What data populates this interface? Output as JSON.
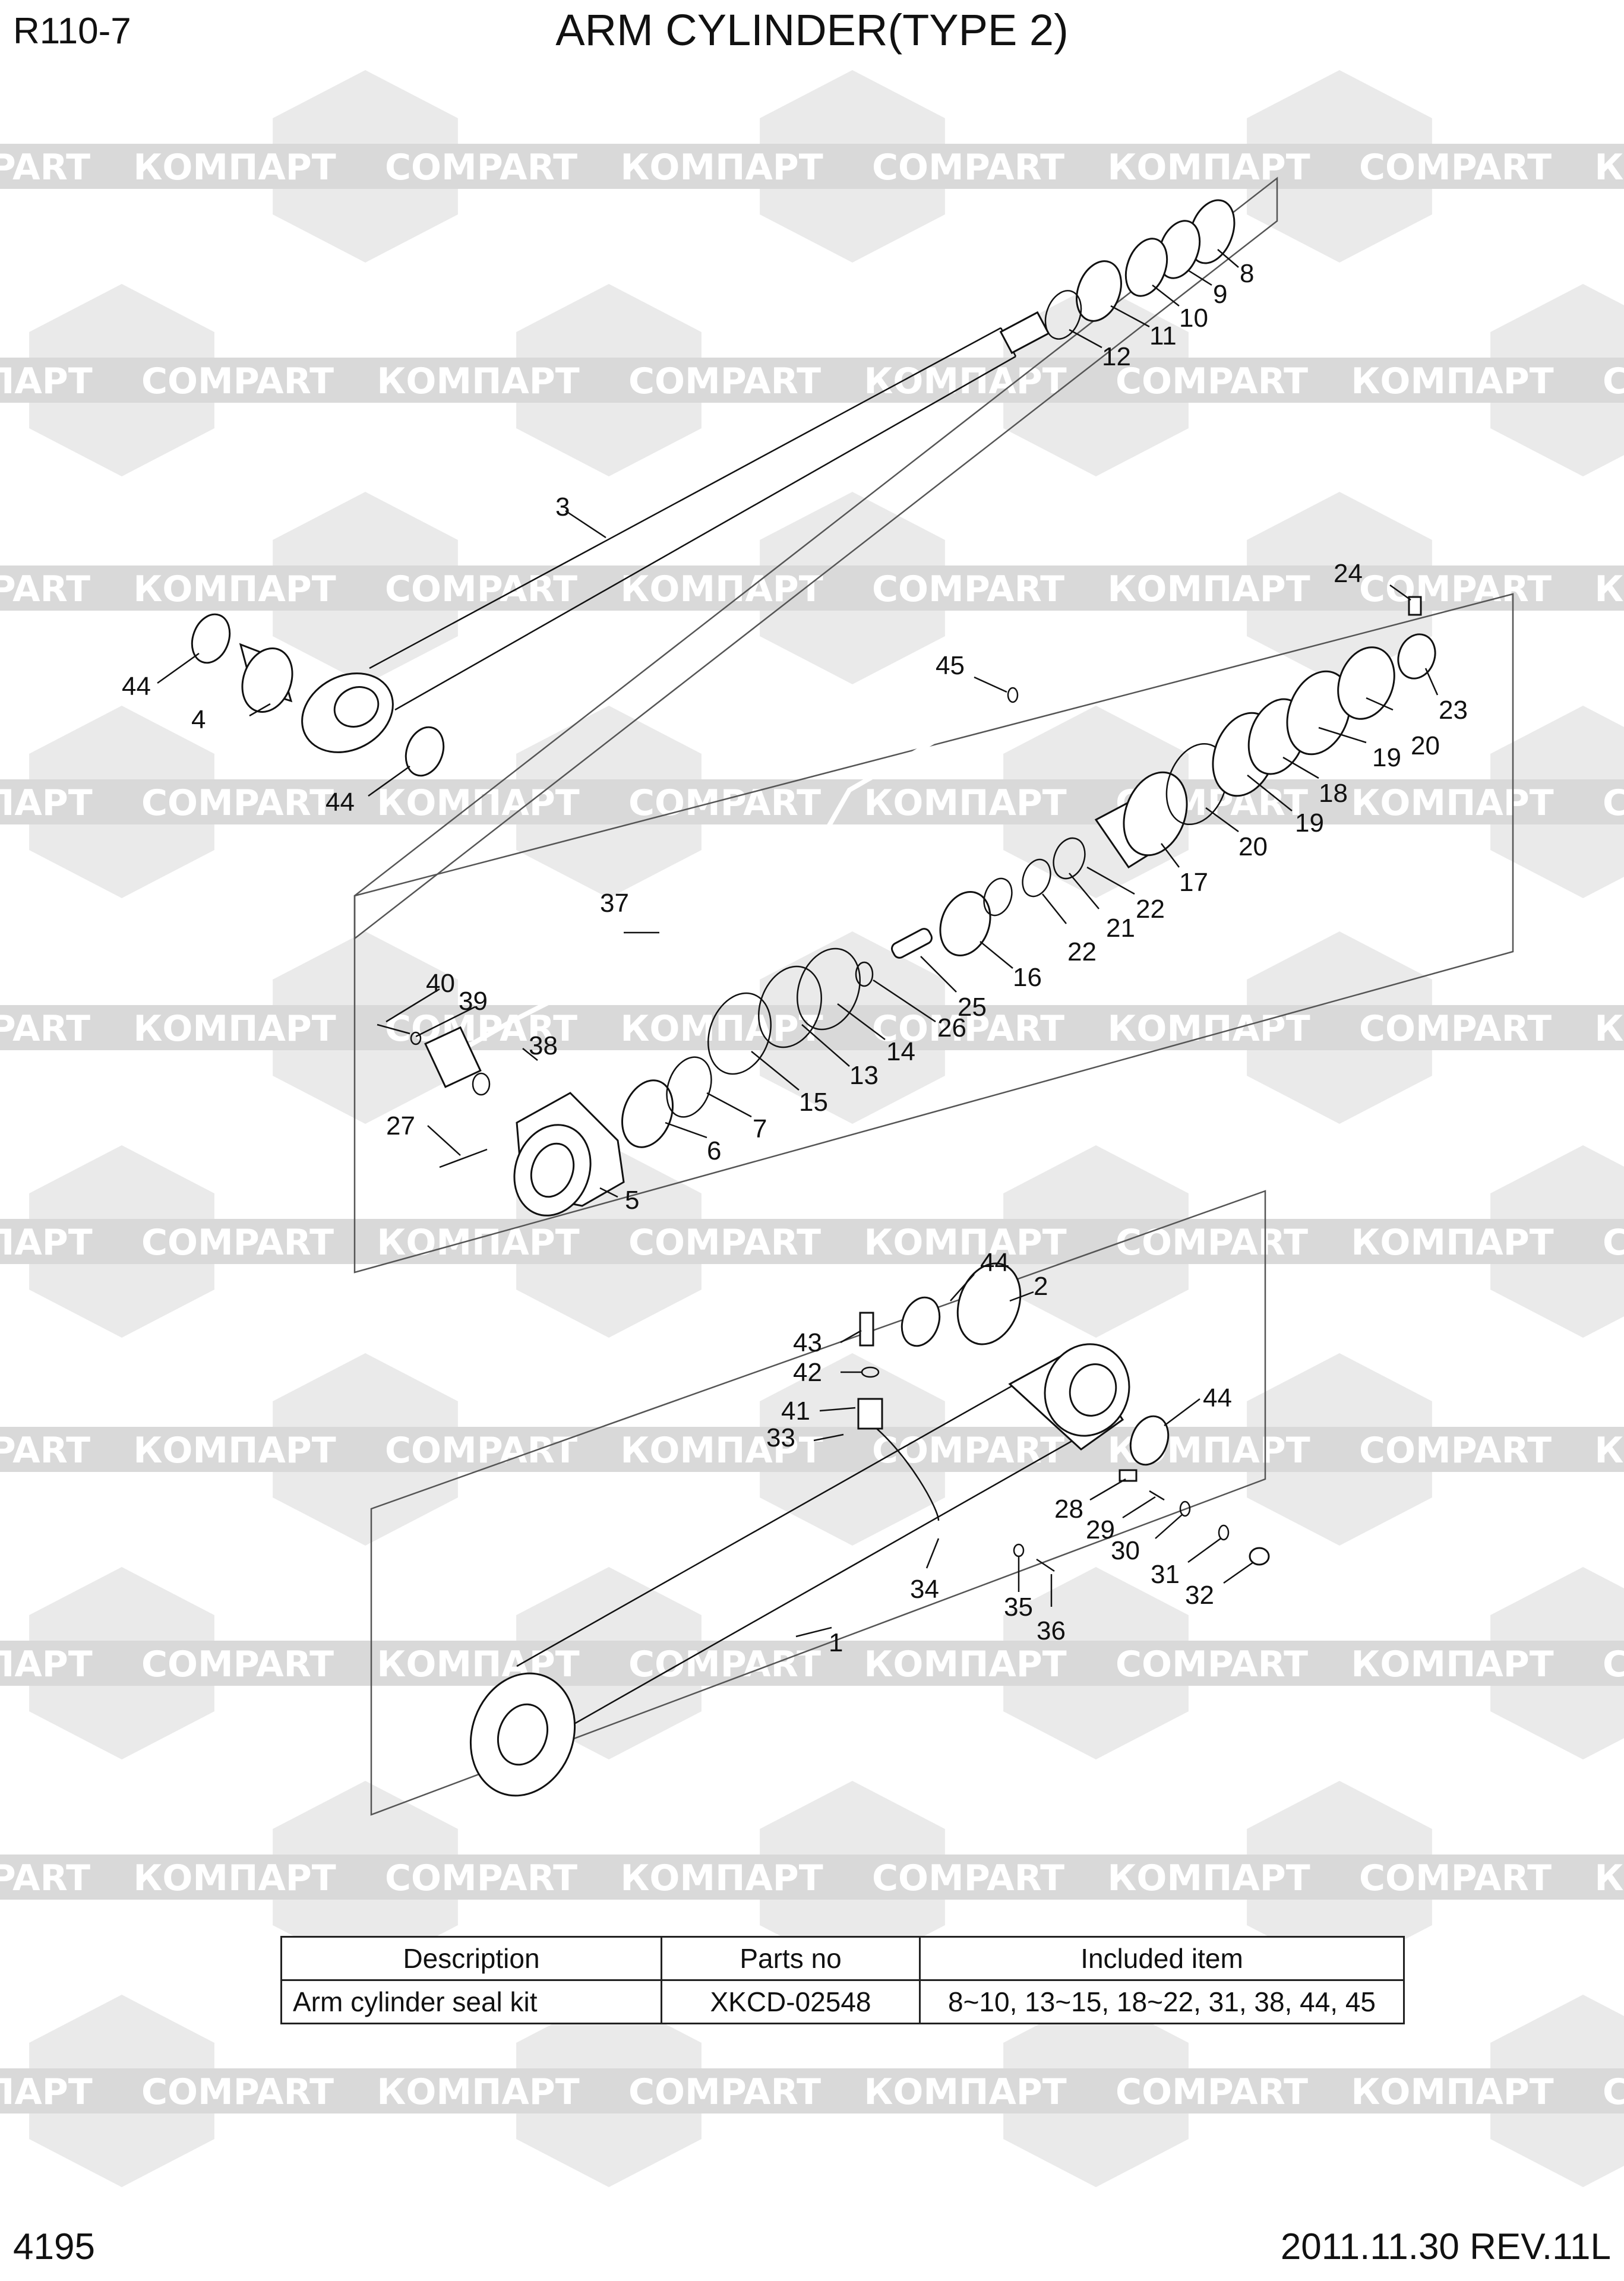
{
  "header": {
    "model": "R110-7",
    "title": "ARM CYLINDER(TYPE 2)"
  },
  "footer": {
    "page_number": "4195",
    "revision": "2011.11.30  REV.11L"
  },
  "watermark": {
    "text_latin": "COMPART",
    "text_cyrillic": "КОМПАРТ",
    "color": "#d9d9d9"
  },
  "callouts": {
    "c1": "1",
    "c2": "2",
    "c3": "3",
    "c4": "4",
    "c5": "5",
    "c6": "6",
    "c7": "7",
    "c8": "8",
    "c9": "9",
    "c10": "10",
    "c11": "11",
    "c12": "12",
    "c13": "13",
    "c14": "14",
    "c15": "15",
    "c16": "16",
    "c17": "17",
    "c18": "18",
    "c19a": "19",
    "c19b": "19",
    "c20a": "20",
    "c20b": "20",
    "c21": "21",
    "c22a": "22",
    "c22b": "22",
    "c23": "23",
    "c24": "24",
    "c25": "25",
    "c26": "26",
    "c27": "27",
    "c28": "28",
    "c29": "29",
    "c30": "30",
    "c31": "31",
    "c32": "32",
    "c33": "33",
    "c34": "34",
    "c35": "35",
    "c36": "36",
    "c37": "37",
    "c38": "38",
    "c39": "39",
    "c40": "40",
    "c41": "41",
    "c42": "42",
    "c43": "43",
    "c44a": "44",
    "c44b": "44",
    "c44c": "44",
    "c44d": "44",
    "c45": "45"
  },
  "table": {
    "headers": [
      "Description",
      "Parts no",
      "Included item"
    ],
    "rows": [
      [
        "Arm cylinder seal kit",
        "XKCD-02548",
        "8~10, 13~15, 18~22, 31, 38, 44, 45"
      ]
    ]
  }
}
